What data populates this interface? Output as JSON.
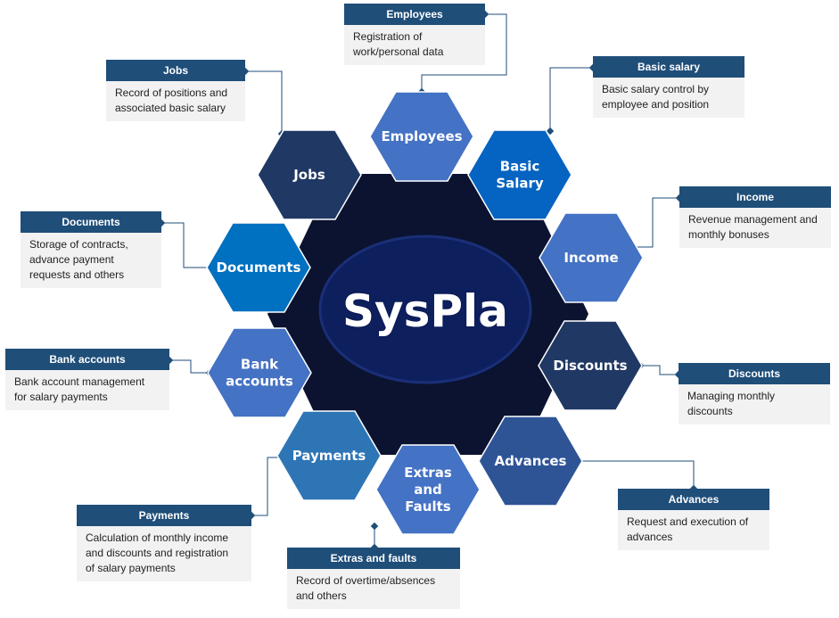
{
  "logo_text": "SysPla",
  "colors": {
    "backdrop": "#0b1330",
    "center_ring": "#1a2f78",
    "center_fill": "#0e1f5e",
    "card_header": "#1f4e79",
    "card_body": "#f2f2f2",
    "connector": "#1f4e79"
  },
  "modules": [
    {
      "id": "employees",
      "hex_lines": [
        "Employees"
      ],
      "color": "#4472c4",
      "card_title": "Employees",
      "card_lines": [
        "Registration of",
        "work/personal data"
      ]
    },
    {
      "id": "basic-salary",
      "hex_lines": [
        "Basic",
        "Salary"
      ],
      "color": "#0563c1",
      "card_title": "Basic salary",
      "card_lines": [
        "Basic salary control by",
        "employee and position"
      ]
    },
    {
      "id": "income",
      "hex_lines": [
        "Income"
      ],
      "color": "#4472c4",
      "card_title": "Income",
      "card_lines": [
        "Revenue management and",
        "monthly bonuses"
      ]
    },
    {
      "id": "discounts",
      "hex_lines": [
        "Discounts"
      ],
      "color": "#203864",
      "card_title": "Discounts",
      "card_lines": [
        "Managing monthly",
        "discounts"
      ]
    },
    {
      "id": "advances",
      "hex_lines": [
        "Advances"
      ],
      "color": "#2f5496",
      "card_title": "Advances",
      "card_lines": [
        "Request and execution of",
        "advances"
      ]
    },
    {
      "id": "extras-faults",
      "hex_lines": [
        "Extras",
        "and",
        "Faults"
      ],
      "color": "#4472c4",
      "card_title": "Extras and faults",
      "card_lines": [
        "Record of overtime/absences",
        "and others"
      ]
    },
    {
      "id": "payments",
      "hex_lines": [
        "Payments"
      ],
      "color": "#2e75b6",
      "card_title": "Payments",
      "card_lines": [
        "Calculation of monthly income",
        "and discounts and registration",
        "of salary payments"
      ]
    },
    {
      "id": "bank-accounts",
      "hex_lines": [
        "Bank",
        "accounts"
      ],
      "color": "#4472c4",
      "card_title": "Bank accounts",
      "card_lines": [
        "Bank account management",
        "for salary payments"
      ]
    },
    {
      "id": "documents",
      "hex_lines": [
        "Documents"
      ],
      "color": "#0070c0",
      "card_title": "Documents",
      "card_lines": [
        "Storage of contracts,",
        "advance payment",
        "requests and others"
      ]
    },
    {
      "id": "jobs",
      "hex_lines": [
        "Jobs"
      ],
      "color": "#203864",
      "card_title": "Jobs",
      "card_lines": [
        "Record of positions and",
        "associated basic salary"
      ]
    }
  ]
}
